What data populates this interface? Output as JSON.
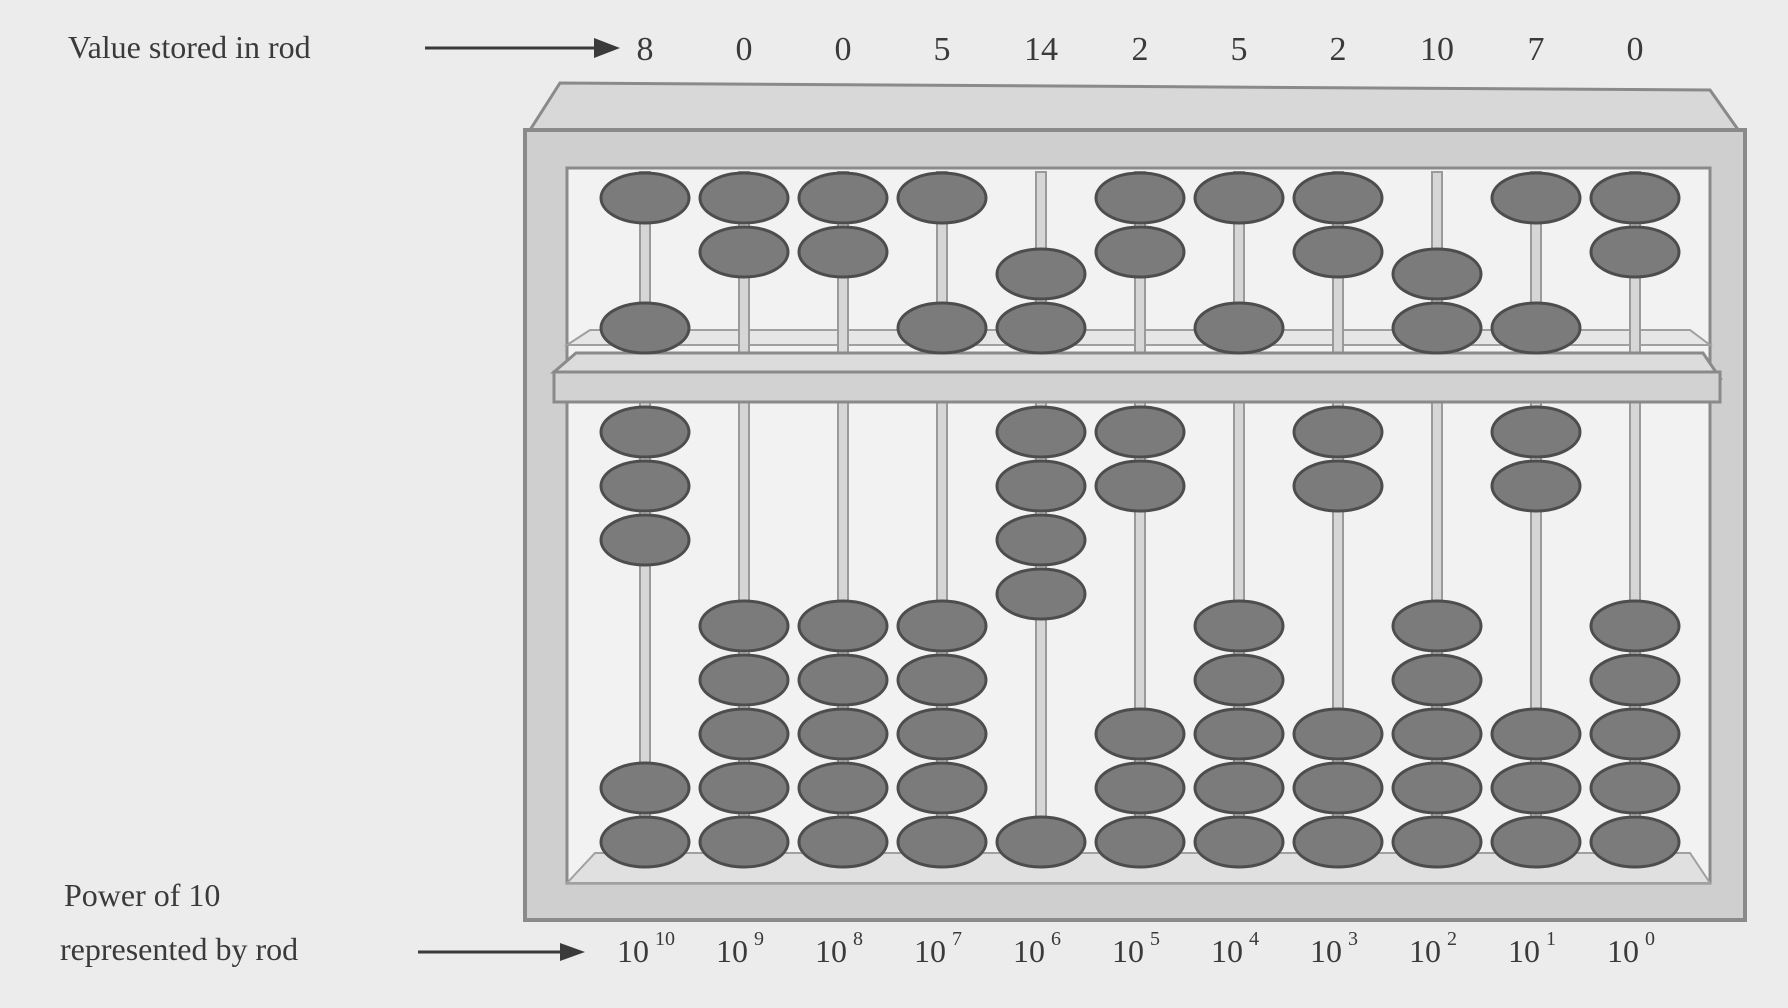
{
  "labels": {
    "top": "Value stored in rod",
    "bottom_line1": "Power of 10",
    "bottom_line2": "represented by rod"
  },
  "rods": [
    {
      "value": "8",
      "power": "10",
      "exp": "10",
      "upper_down": 1,
      "lower_up": 3,
      "upper_count": 2
    },
    {
      "value": "0",
      "power": "10",
      "exp": "9",
      "upper_down": 0,
      "lower_up": 0,
      "upper_count": 2
    },
    {
      "value": "0",
      "power": "10",
      "exp": "8",
      "upper_down": 0,
      "lower_up": 0,
      "upper_count": 2
    },
    {
      "value": "5",
      "power": "10",
      "exp": "7",
      "upper_down": 1,
      "lower_up": 0,
      "upper_count": 2
    },
    {
      "value": "14",
      "power": "10",
      "exp": "6",
      "upper_down": 2,
      "lower_up": 4,
      "upper_count": 2
    },
    {
      "value": "2",
      "power": "10",
      "exp": "5",
      "upper_down": 0,
      "lower_up": 2,
      "upper_count": 2
    },
    {
      "value": "5",
      "power": "10",
      "exp": "4",
      "upper_down": 1,
      "lower_up": 0,
      "upper_count": 2
    },
    {
      "value": "2",
      "power": "10",
      "exp": "3",
      "upper_down": 0,
      "lower_up": 2,
      "upper_count": 2
    },
    {
      "value": "10",
      "power": "10",
      "exp": "2",
      "upper_down": 2,
      "lower_up": 0,
      "upper_count": 2
    },
    {
      "value": "7",
      "power": "10",
      "exp": "1",
      "upper_down": 1,
      "lower_up": 2,
      "upper_count": 2
    },
    {
      "value": "0",
      "power": "10",
      "exp": "0",
      "upper_down": 0,
      "lower_up": 0,
      "upper_count": 2
    }
  ],
  "colors": {
    "background": "#ececec",
    "frame": "#c9c9c9",
    "frame_edge": "#8a8a8a",
    "bead": "#7b7b7b",
    "bead_edge": "#4d4d4d",
    "rod": "#9a9a9a",
    "text": "#3a3a3a"
  }
}
